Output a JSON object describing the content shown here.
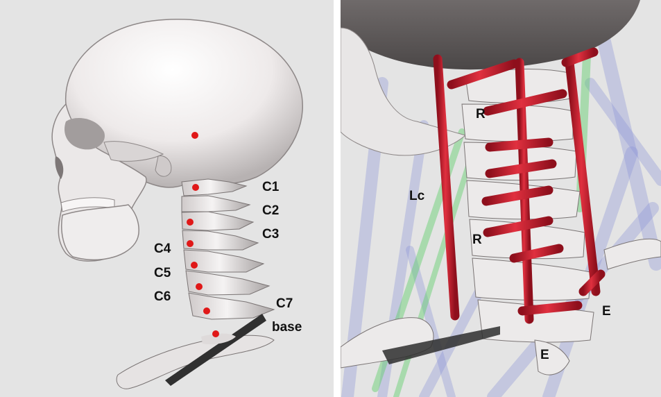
{
  "left_panel": {
    "vertebra_labels": {
      "c1": "C1",
      "c2": "C2",
      "c3": "C3",
      "c4": "C4",
      "c5": "C5",
      "c6": "C6",
      "c7": "C7",
      "base": "base"
    },
    "marker_color": "#e01818"
  },
  "right_panel": {
    "muscle_labels": {
      "r_upper": "R",
      "lc": "Lc",
      "r_lower": "R",
      "e_right": "E",
      "e_bottom": "E"
    },
    "muscle_color": "#c8182a",
    "green_muscle_color": "#5fcf6a",
    "blue_muscle_color": "#8a93d8"
  },
  "colors": {
    "bone": "#f2f0f0",
    "background": "#e4e4e4"
  }
}
